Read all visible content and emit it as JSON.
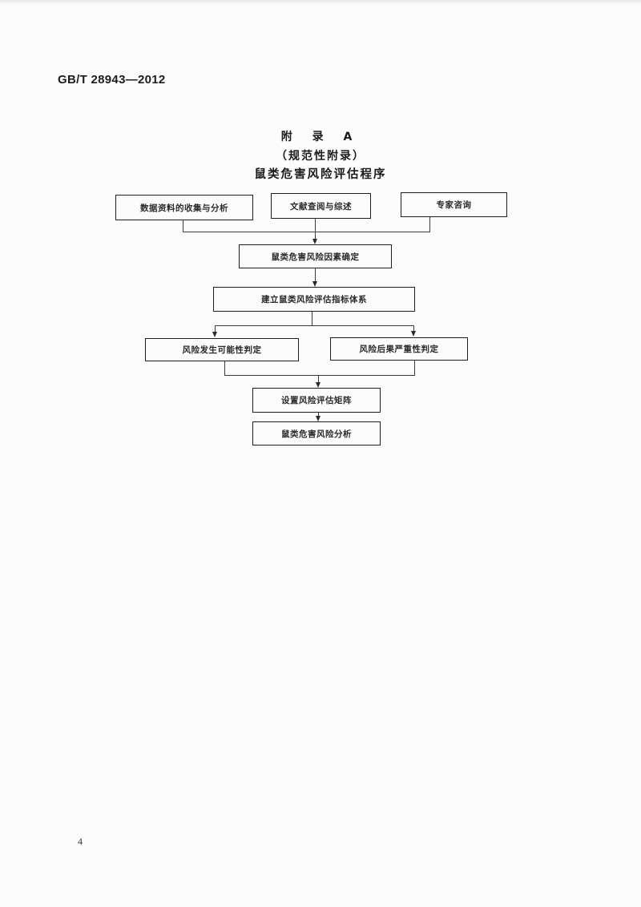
{
  "header": {
    "standard_code": "GB/T 28943—2012"
  },
  "appendix": {
    "title": "附 录 A",
    "type": "（规范性附录）",
    "name": "鼠类危害风险评估程序"
  },
  "flowchart": {
    "inputs": [
      {
        "label": "数据资料的收集与分析"
      },
      {
        "label": "文献查阅与综述"
      },
      {
        "label": "专家咨询"
      }
    ],
    "step_factor": {
      "label": "鼠类危害风险因素确定"
    },
    "step_index": {
      "label": "建立鼠类风险评估指标体系"
    },
    "branches": [
      {
        "label": "风险发生可能性判定"
      },
      {
        "label": "风险后果严重性判定"
      }
    ],
    "step_matrix": {
      "label": "设置风险评估矩阵"
    },
    "step_analysis": {
      "label": "鼠类危害风险分析"
    }
  },
  "footer": {
    "page_number": "4"
  }
}
